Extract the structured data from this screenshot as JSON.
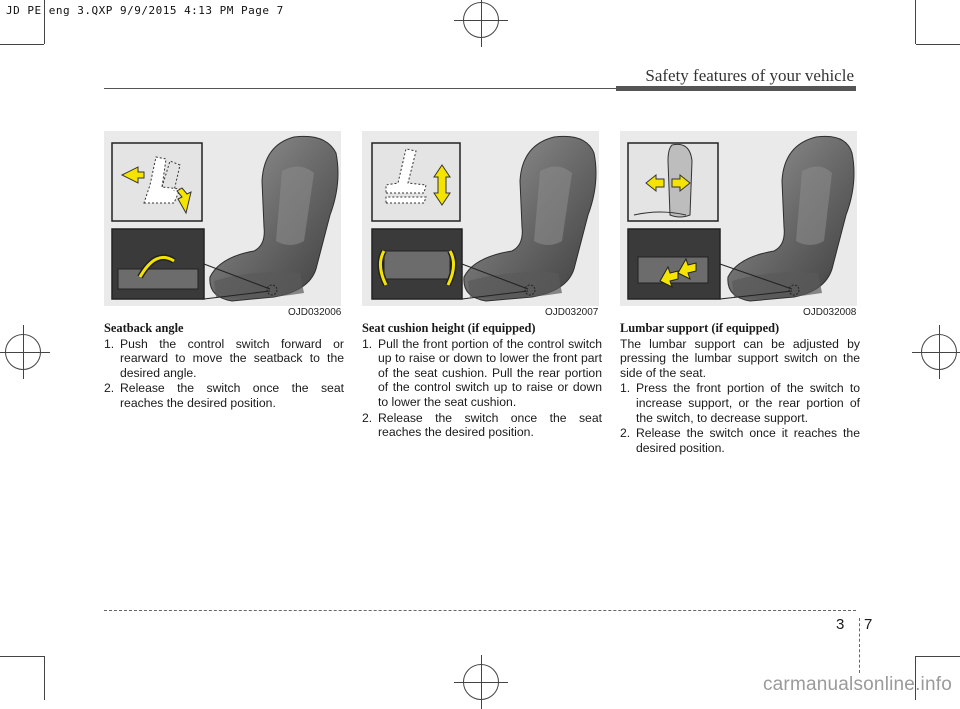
{
  "print_slug": "JD PE eng 3.QXP  9/9/2015  4:13 PM  Page 7",
  "header": {
    "section_title": "Safety features of your vehicle"
  },
  "figures": [
    {
      "code": "OJD032006"
    },
    {
      "code": "OJD032007"
    },
    {
      "code": "OJD032008"
    }
  ],
  "columns": [
    {
      "title": "Seatback angle",
      "intro": "",
      "steps": [
        {
          "num": "1.",
          "text": "Push the control switch forward or rearward to move the seatback to the desired angle."
        },
        {
          "num": "2.",
          "text": "Release the switch once the seat reaches the desired position."
        }
      ]
    },
    {
      "title": "Seat cushion height (if equipped)",
      "intro": "",
      "steps": [
        {
          "num": "1.",
          "text": "Pull the front portion of the control switch up to raise or down to lower the front part of the seat cushion. Pull the rear portion of the control switch up to raise or down to lower the seat cushion."
        },
        {
          "num": "2.",
          "text": "Release the switch once the seat reaches the desired position."
        }
      ]
    },
    {
      "title": "Lumbar support (if equipped)",
      "intro": "The lumbar support can be adjusted by pressing the lumbar support switch on the side of the seat.",
      "steps": [
        {
          "num": "1.",
          "text": "Press the front portion of the switch to increase support, or the rear portion of the switch, to decrease support."
        },
        {
          "num": "2.",
          "text": "Release the switch once it reaches the desired position."
        }
      ]
    }
  ],
  "footer": {
    "chapter": "3",
    "page": "7"
  },
  "watermark": "carmanualsonline.info",
  "colors": {
    "arrow_fill": "#f5e400",
    "arrow_stroke": "#333333",
    "photo_bg": "#eaeaea"
  }
}
